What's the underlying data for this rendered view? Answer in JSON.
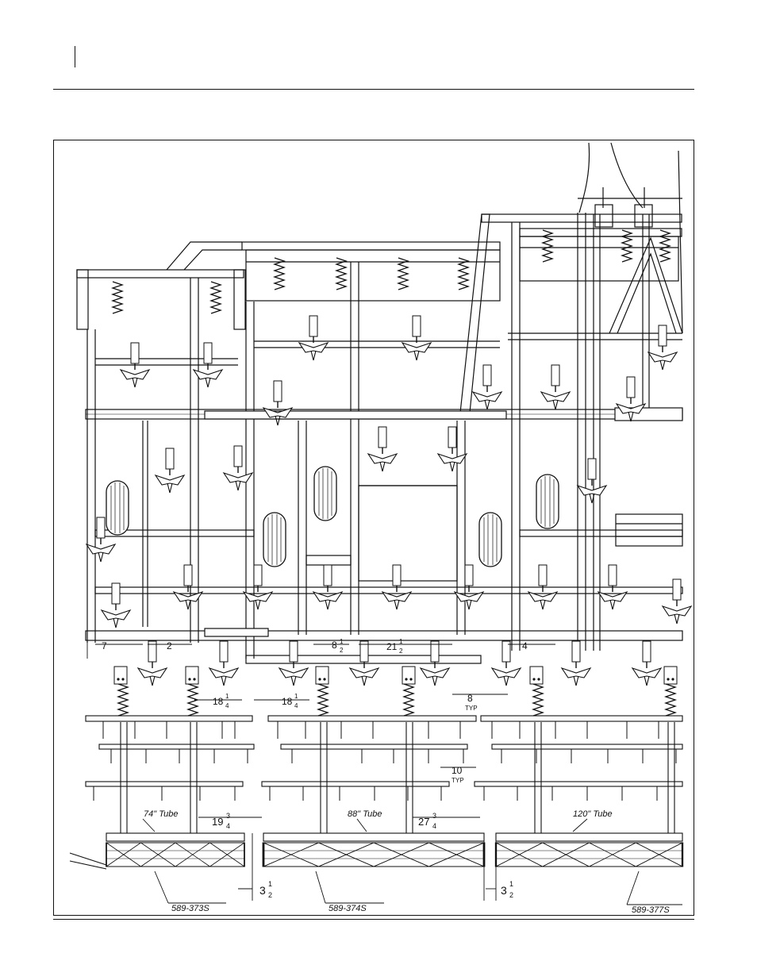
{
  "dimensions": {
    "d7": "7",
    "d2": "2",
    "d8_whole": "8",
    "d8_frac_n": "1",
    "d8_frac_d": "2",
    "d21_whole": "21",
    "d21_frac_n": "1",
    "d21_frac_d": "2",
    "d4": "4",
    "d18a_whole": "18",
    "d18a_frac_n": "1",
    "d18a_frac_d": "4",
    "d18b_whole": "18",
    "d18b_frac_n": "1",
    "d18b_frac_d": "4",
    "typ8": "8",
    "typ8_note": "TYP",
    "typ10": "10",
    "typ10_note": "TYP",
    "d19_whole": "19",
    "d19_frac_n": "3",
    "d19_frac_d": "4",
    "d27_whole": "27",
    "d27_frac_n": "3",
    "d27_frac_d": "4",
    "d3a_whole": "3",
    "d3a_frac_n": "1",
    "d3a_frac_d": "2",
    "d3b_whole": "3",
    "d3b_frac_n": "1",
    "d3b_frac_d": "2"
  },
  "tube_labels": {
    "t74": "74\" Tube",
    "t88": "88\" Tube",
    "t120": "120\" Tube"
  },
  "part_numbers": {
    "p373": "589-373S",
    "p374": "589-374S",
    "p377": "589-377S"
  }
}
